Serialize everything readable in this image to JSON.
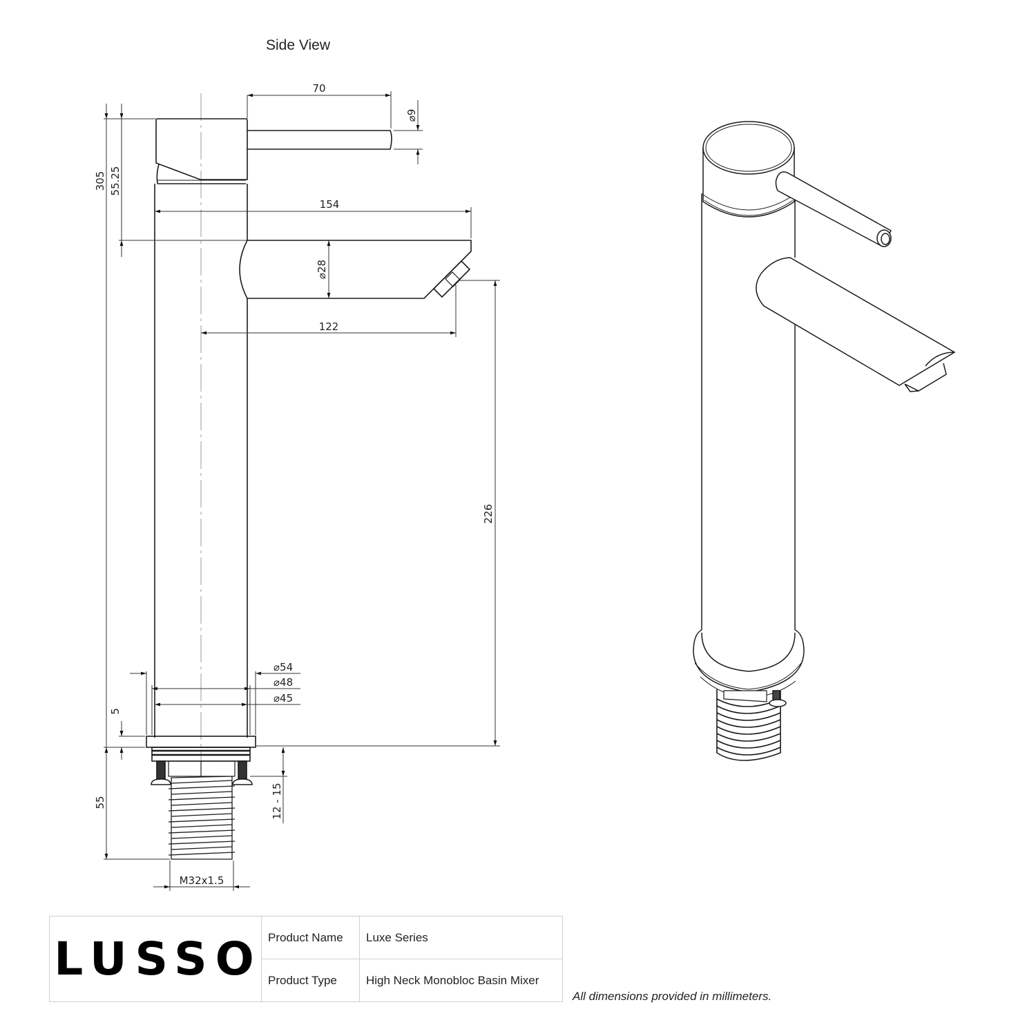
{
  "header": {
    "view_title": "Side View"
  },
  "side_view": {
    "dimensions": {
      "overall_height": "305",
      "handle_height": "55.25",
      "lever_length": "70",
      "lever_diameter": "⌀9",
      "spout_reach_total": "154",
      "spout_diameter": "⌀28",
      "spout_reach_centre": "122",
      "spout_height": "226",
      "base_diameter_outer": "⌀54",
      "base_diameter_mid": "⌀48",
      "body_diameter": "⌀45",
      "base_plate_thickness": "5",
      "shank_length": "55",
      "max_counter_thickness": "12 - 15",
      "thread_spec": "M32x1.5"
    }
  },
  "perspective_view": {
    "label": ""
  },
  "title_block": {
    "brand": "LUSSO",
    "rows": [
      {
        "label": "Product Name",
        "value": "Luxe Series"
      },
      {
        "label": "Product Type",
        "value": "High Neck Monobloc Basin Mixer"
      }
    ]
  },
  "footnote": "All dimensions provided in millimeters.",
  "colors": {
    "line": "#1a1a1a",
    "dim_line": "#333333",
    "border": "#cfcfcf",
    "centerline": "#999999"
  }
}
